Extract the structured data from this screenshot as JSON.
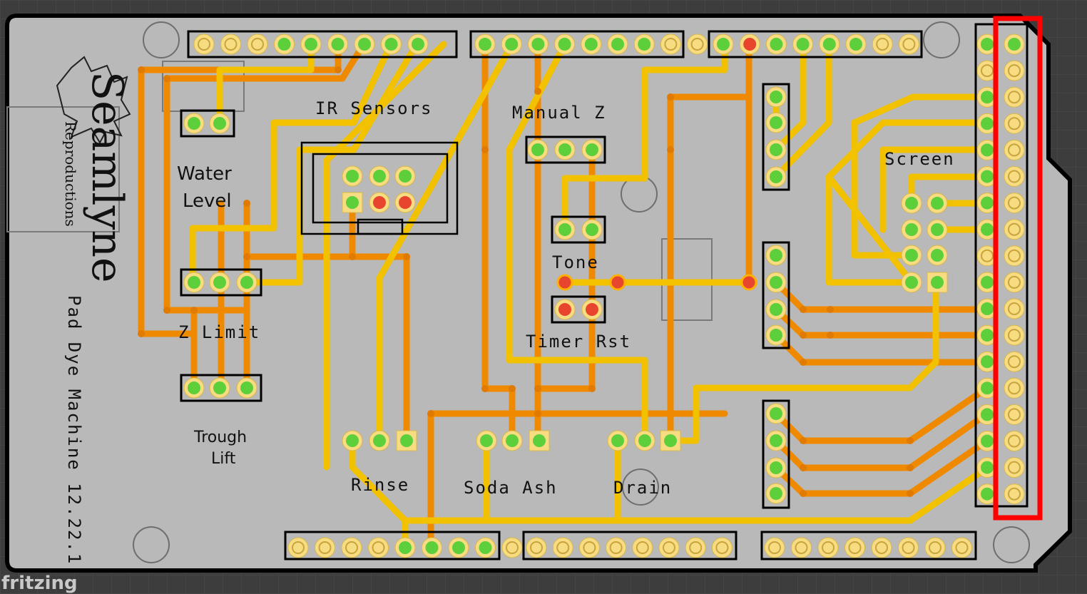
{
  "board": {
    "logo_name": "Seamlyne",
    "logo_sub": "Reproductions",
    "title_vertical": "Pad Dye Machine 12.22.1",
    "watermark": "fritzing"
  },
  "labels": {
    "ir_sensors": "IR Sensors",
    "manual_z": "Manual Z",
    "water_level_1": "Water",
    "water_level_2": "Level",
    "tone": "Tone",
    "timer_rst": "Timer Rst",
    "screen": "Screen",
    "z_limit": "Z Limit",
    "trough_lift_1": "Trough",
    "trough_lift_2": "Lift",
    "rinse": "Rinse",
    "soda_ash": "Soda Ash",
    "drain": "Drain"
  },
  "colors": {
    "board": "#b9b9b9",
    "trace_top": "#f2c200",
    "trace_bottom": "#ef8a00",
    "pad_ring": "#f7dc82",
    "pad_connected": "#5ccf3a",
    "pad_error": "#e8452e",
    "highlight": "#ff0000"
  }
}
